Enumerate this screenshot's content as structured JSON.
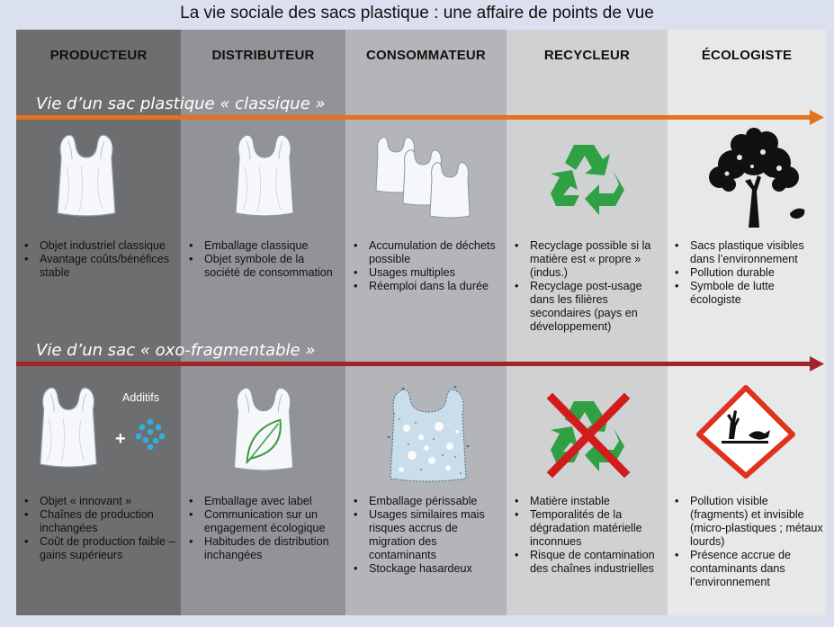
{
  "title": "La vie sociale des sacs plastique : une affaire de points de vue",
  "columns": [
    "PRODUCTEUR",
    "DISTRIBUTEUR",
    "CONSOMMATEUR",
    "RECYCLEUR",
    "ÉCOLOGISTE"
  ],
  "colors": {
    "col_producteur": "#6d6e70",
    "col_distributeur": "#929396",
    "col_consommateur": "#b4b5b8",
    "col_recycleur": "#d0d1d3",
    "col_ecologiste": "#e7e8e9",
    "arrow_classique": "#e5721f",
    "arrow_oxo": "#a3232b",
    "recycle_green": "#2fa043",
    "cross_red": "#d21c1c",
    "additive_blue": "#2eb1e0"
  },
  "lanes": [
    {
      "title": "Vie d’un sac plastique « classique »",
      "illustrations": [
        "plastic-bag-icon",
        "plastic-bag-icon",
        "stacked-plastic-bags-icon",
        "recycling-symbol-icon",
        "tree-icon"
      ],
      "bullets": [
        [
          "Objet industriel classique",
          "Avantage coûts/bénéfices stable"
        ],
        [
          "Emballage classique",
          "Objet symbole de la société de consommation"
        ],
        [
          "Accumulation de déchets possible",
          "Usages multiples",
          "Réemploi dans la durée"
        ],
        [
          "Recyclage possible si la matière est « propre » (indus.)",
          "Recyclage post-usage dans les filières secondaires (pays en développement)"
        ],
        [
          "Sacs plastique visibles dans l’environnement",
          "Pollution durable",
          "Symbole de lutte écologiste"
        ]
      ]
    },
    {
      "title": "Vie d’un sac « oxo-fragmentable »",
      "additifs_label": "Additifs",
      "plus": "+",
      "illustrations": [
        "plastic-bag-icon",
        "plastic-bag-leaf-icon",
        "fragmented-bag-icon",
        "crossed-recycling-icon",
        "environmental-hazard-icon"
      ],
      "bullets": [
        [
          "Objet « innovant »",
          "Chaînes de production inchangées",
          "Coût de production faible – gains supérieurs"
        ],
        [
          "Emballage avec label",
          "Communication sur un engagement écologique",
          "Habitudes de distribution inchangées"
        ],
        [
          "Emballage périssable",
          "Usages similaires mais risques accrus de migration des contaminants",
          "Stockage hasardeux"
        ],
        [
          "Matière instable",
          "Temporalités de la dégradation matérielle inconnues",
          "Risque de contamination des chaînes industrielles"
        ],
        [
          "Pollution visible (fragments) et invisible (micro-plastiques ; métaux lourds)",
          "Présence accrue de contaminants dans l’environnement"
        ]
      ]
    }
  ]
}
